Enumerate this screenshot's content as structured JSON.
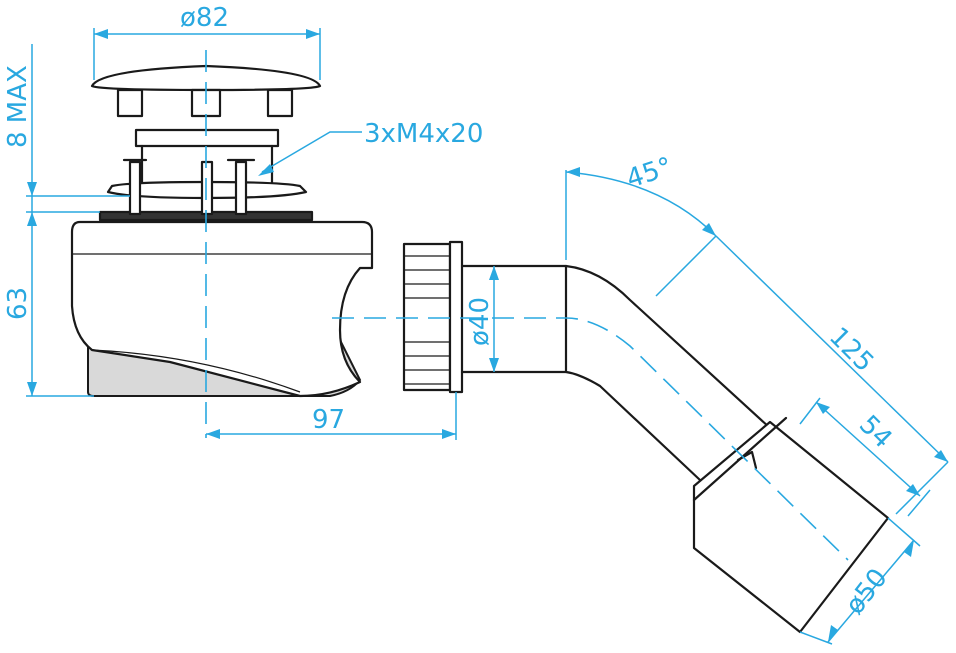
{
  "dimensions": {
    "cap_diameter": "ø82",
    "screws": "3xM4x20",
    "height_max": "8 MAX",
    "body_height": "63",
    "outlet_offset": "97",
    "outlet_diameter": "ø40",
    "bend_angle": "45°",
    "pipe_length": "125",
    "sleeve_length": "54",
    "sleeve_diameter": "ø50"
  },
  "colors": {
    "dimension": "#29a8e0",
    "outline": "#1a1a1a",
    "shading": "#d9d9d9"
  }
}
